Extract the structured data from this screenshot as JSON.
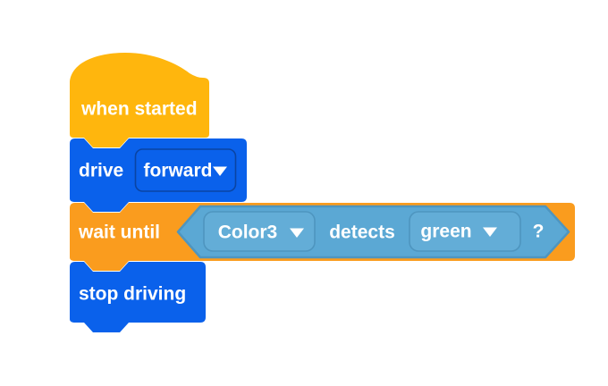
{
  "canvas": {
    "background": "#ffffff"
  },
  "colors": {
    "event_yellow": "#FFB60D",
    "motion_blue": "#0A61EB",
    "motion_blue_border": "#0A44A3",
    "control_orange": "#FA9C1E",
    "sensing_fill": "#5BA8D4",
    "sensing_dropdown_fill": "#63ADD7",
    "sensing_border": "#4E95BF",
    "text_white": "#FFFFFF"
  },
  "blocks": {
    "when_started": {
      "label": "when started"
    },
    "drive": {
      "label": "drive",
      "direction_dropdown": {
        "value": "forward"
      }
    },
    "wait_until": {
      "label": "wait until",
      "condition": {
        "sensor_dropdown": {
          "value": "Color3"
        },
        "verb": "detects",
        "color_dropdown": {
          "value": "green"
        },
        "suffix": "?"
      }
    },
    "stop_driving": {
      "label": "stop driving"
    }
  }
}
